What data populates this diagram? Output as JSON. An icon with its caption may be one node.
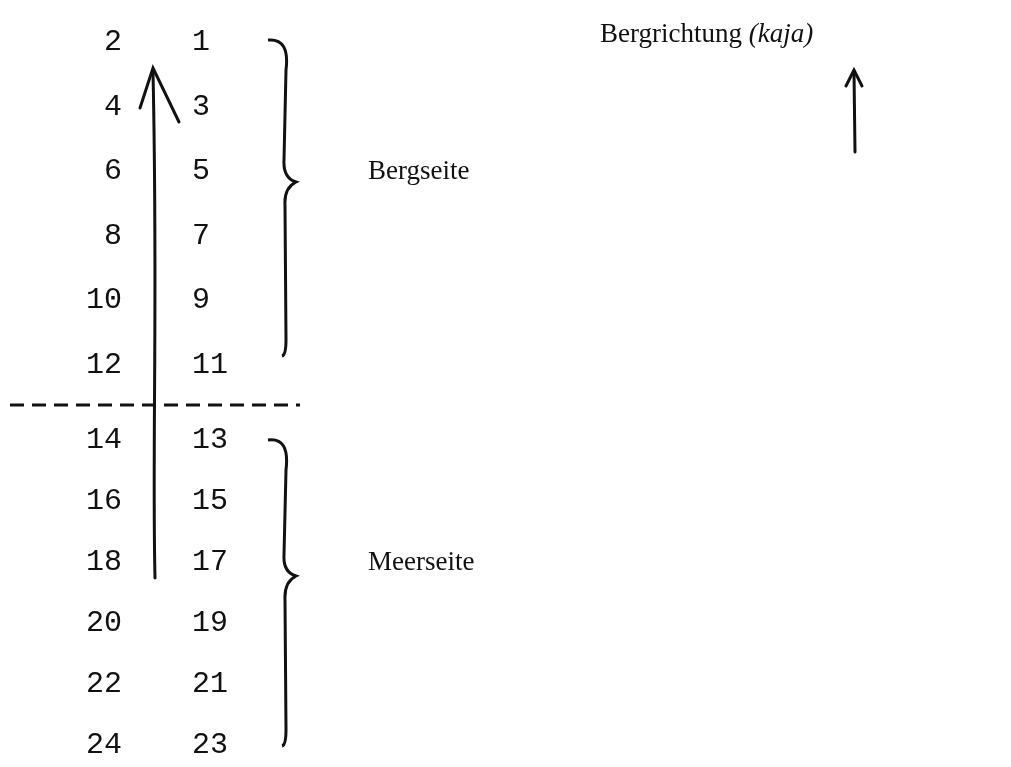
{
  "diagram": {
    "labels": [
      "2",
      "1",
      "Bergrichtung *(kaja)*",
      "4",
      "3",
      "6",
      "5",
      "Bergseite",
      "8",
      "7",
      "10",
      "9",
      "12",
      "11",
      "14",
      "13",
      "16",
      "15",
      "18",
      "17",
      "Meerseite",
      "20",
      "19",
      "22",
      "21",
      "24",
      "23"
    ]
  }
}
